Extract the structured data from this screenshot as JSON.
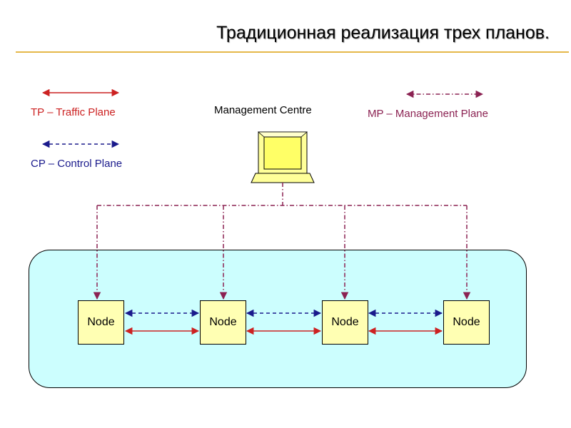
{
  "title": "Традиционная реализация трех планов.",
  "legend": {
    "tp": {
      "label": "TP – Traffic Plane",
      "color": "#cc2222"
    },
    "cp": {
      "label": "CP – Control Plane",
      "color": "#1a1a8c"
    },
    "mp": {
      "label": "MP – Management Plane",
      "color": "#8b2252"
    }
  },
  "management": {
    "label": "Management Centre"
  },
  "nodes": [
    {
      "label": "Node"
    },
    {
      "label": "Node"
    },
    {
      "label": "Node"
    },
    {
      "label": "Node"
    }
  ],
  "colors": {
    "network_fill": "#ccfefe",
    "node_fill": "#ffffb3",
    "title_rule": "#e5b84a"
  }
}
